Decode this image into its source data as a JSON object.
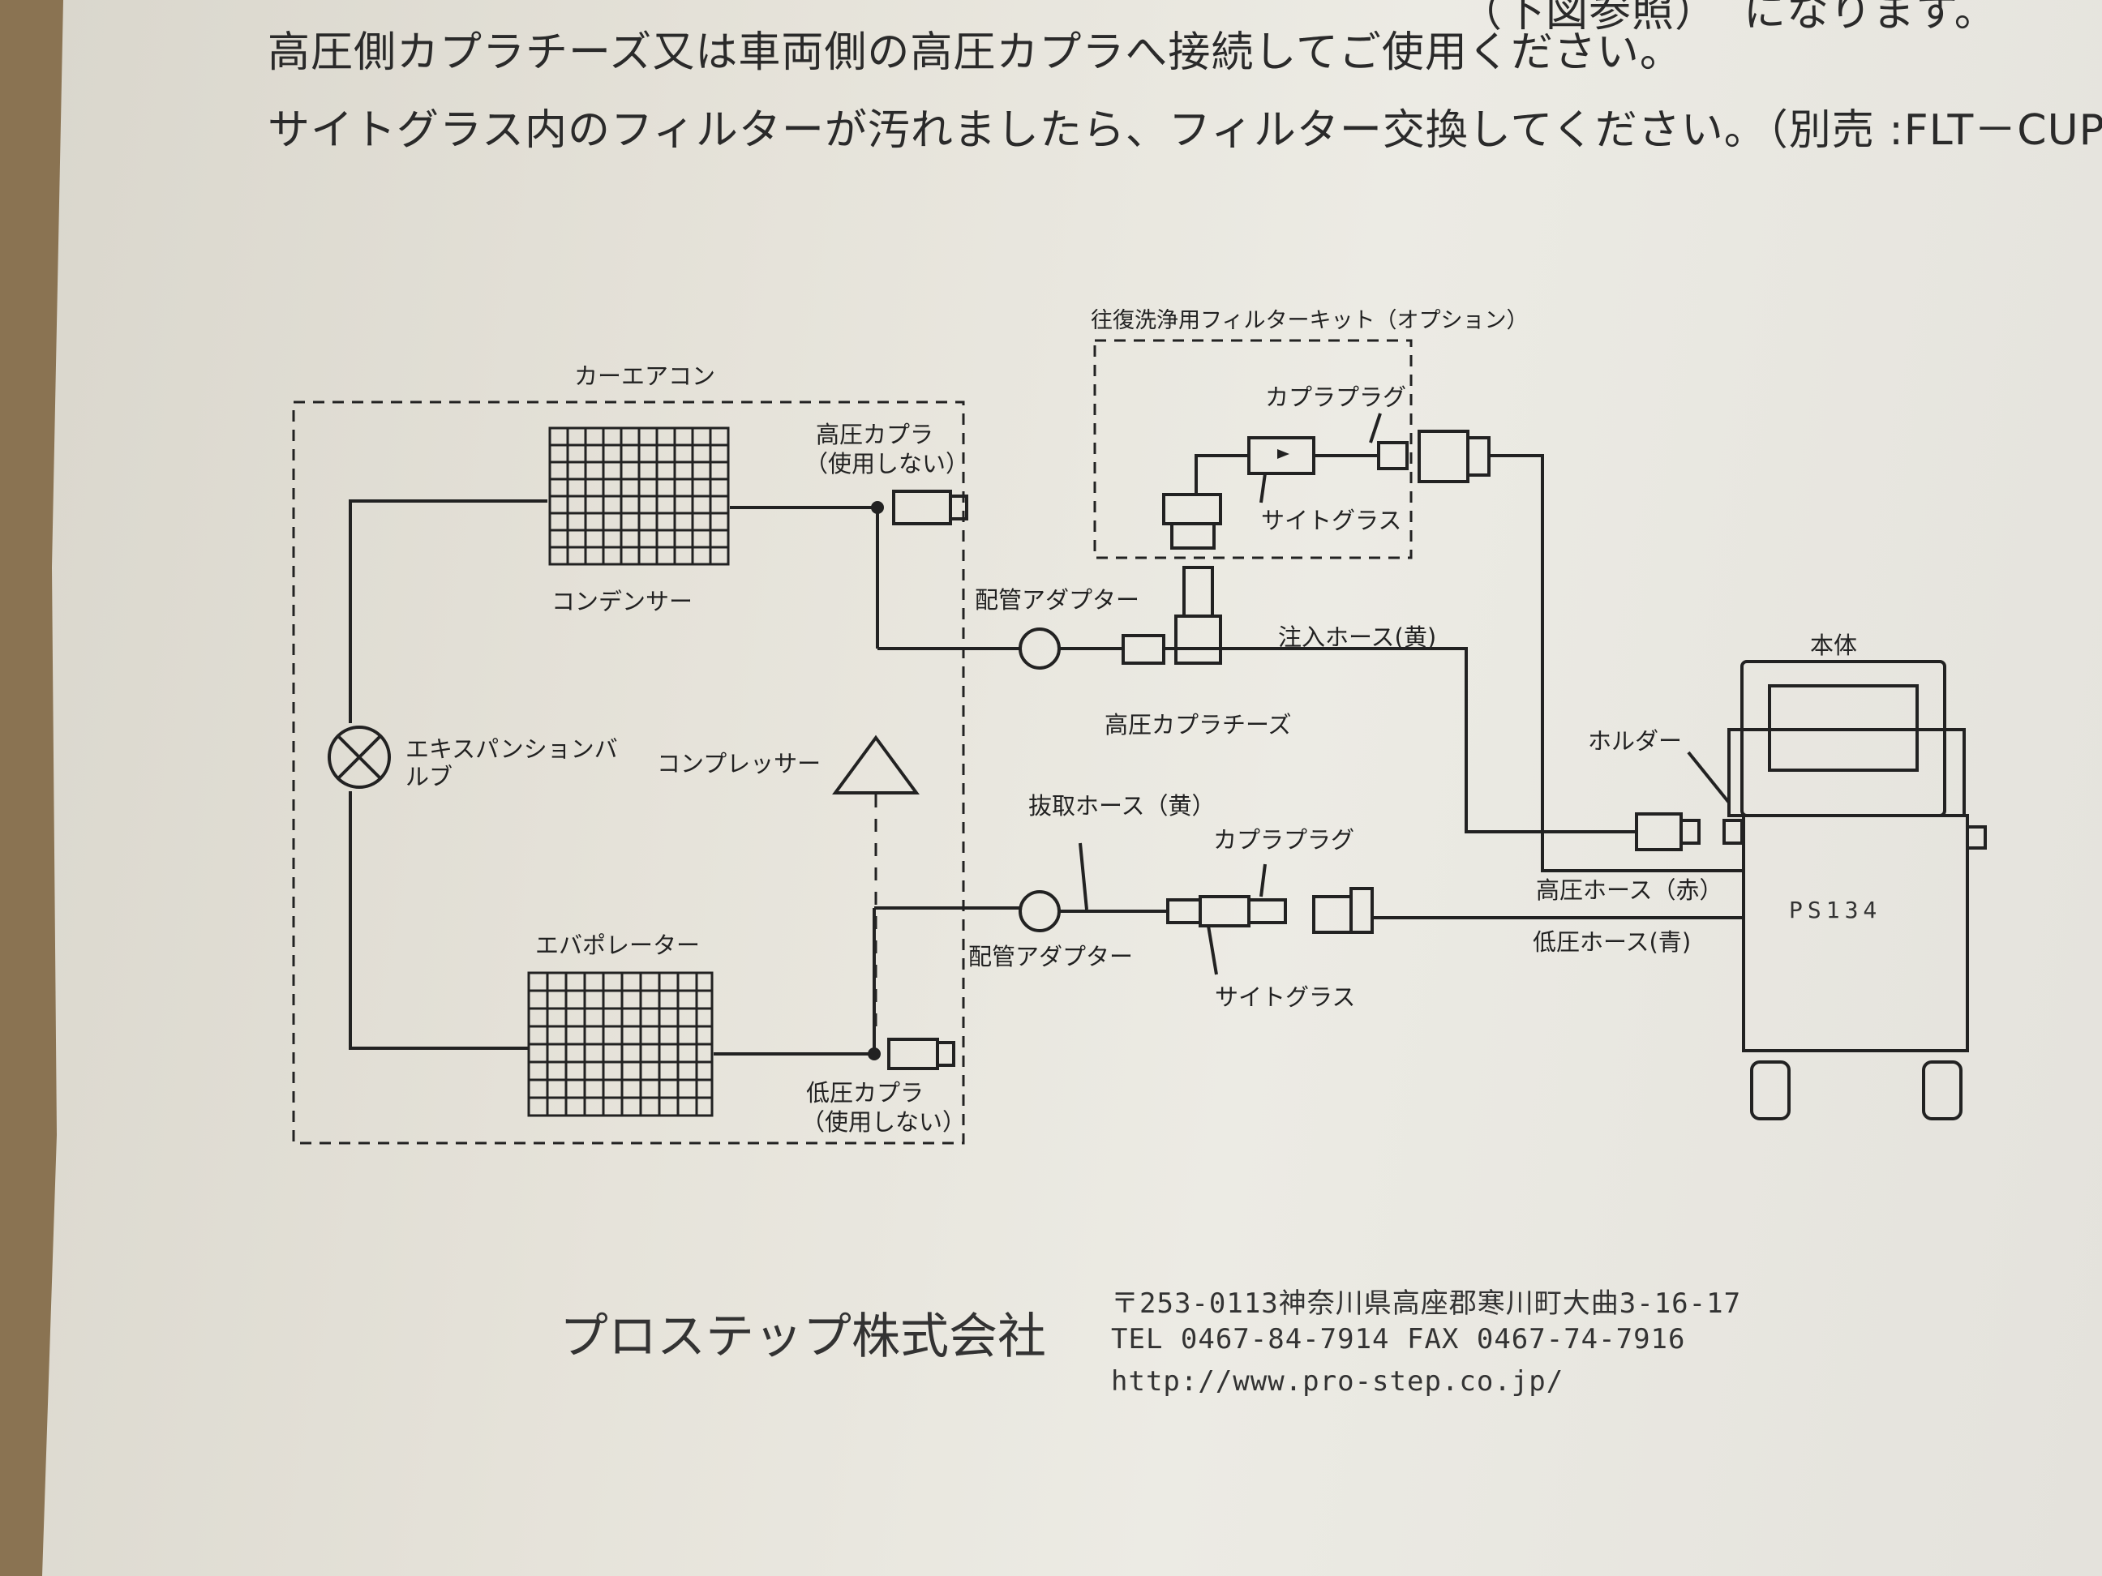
{
  "document": {
    "text_lines": [
      "高圧側カプラチーズ又は車両側の高圧カプラへ接続してご使用ください。",
      "サイトグラス内のフィルターが汚れましたら、フィルター交換してください。（別売 :FLT－CUP）"
    ],
    "top_cut_line": "になります。",
    "top_cut_paren": "（下図参照）"
  },
  "diagram": {
    "option_kit_title": "往復洗浄用フィルターキット（オプション）",
    "car_aircon": "カーエアコン",
    "high_coupler": "高圧カプラ",
    "high_coupler_note": "（使用しない）",
    "condenser": "コンデンサー",
    "expansion_valve_1": "エキスパンションバ",
    "expansion_valve_2": "ルブ",
    "compressor": "コンプレッサー",
    "evaporator": "エバポレーター",
    "low_coupler": "低圧カプラ",
    "low_coupler_note": "（使用しない）",
    "pipe_adapter_top": "配管アダプター",
    "pipe_adapter_bottom": "配管アダプター",
    "high_coupler_cheese": "高圧カプラチーズ",
    "injection_hose": "注入ホース(黄)",
    "extraction_hose": "抜取ホース（黄）",
    "coupler_plug_top": "カプラプラグ",
    "coupler_plug_bottom": "カプラプラグ",
    "sight_glass_top": "サイトグラス",
    "sight_glass_bottom": "サイトグラス",
    "main_unit": "本体",
    "holder": "ホルダー",
    "high_hose": "高圧ホース（赤）",
    "low_hose": "低圧ホース(青)",
    "model": "PS134"
  },
  "footer": {
    "company": "プロステップ株式会社",
    "address": "〒253-0113神奈川県高座郡寒川町大曲3-16-17",
    "tel_fax": "TEL 0467-84-7914   FAX 0467-74-7916",
    "url": "http://www.pro-step.co.jp/"
  },
  "colors": {
    "ink": "#222222",
    "paper": "#e8e6df",
    "background": "#8a7352"
  }
}
